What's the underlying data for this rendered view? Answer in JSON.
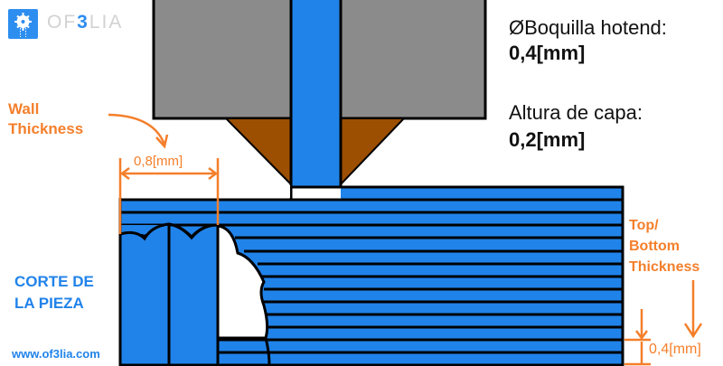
{
  "logo": {
    "icon": "gear-bulb-icon",
    "prefix": "OF",
    "accent": "3",
    "suffix": "LIA",
    "accent_color": "#2d8ef0"
  },
  "nozzle_info": {
    "diameter_label": "ØBoquilla hotend:",
    "diameter_value": "0,4[mm]",
    "layer_height_label": "Altura de capa:",
    "layer_height_value": "0,2[mm]"
  },
  "annotations": {
    "wall_thickness_line1": "Wall",
    "wall_thickness_line2": "Thickness",
    "wall_measure": "0,8[mm]",
    "top_bottom_line1": "Top/",
    "top_bottom_line2": "Bottom",
    "top_bottom_line3": "Thickness",
    "top_bottom_measure": "0,4[mm]",
    "section_line1": "CORTE DE",
    "section_line2": "LA PIEZA",
    "website": "www.of3lia.com"
  },
  "colors": {
    "filament_blue": "#2083ea",
    "heater_gray": "#8b8b8b",
    "nozzle_brown": "#9c4f00",
    "annotation_orange": "#f47f2b",
    "outline": "#000000"
  }
}
